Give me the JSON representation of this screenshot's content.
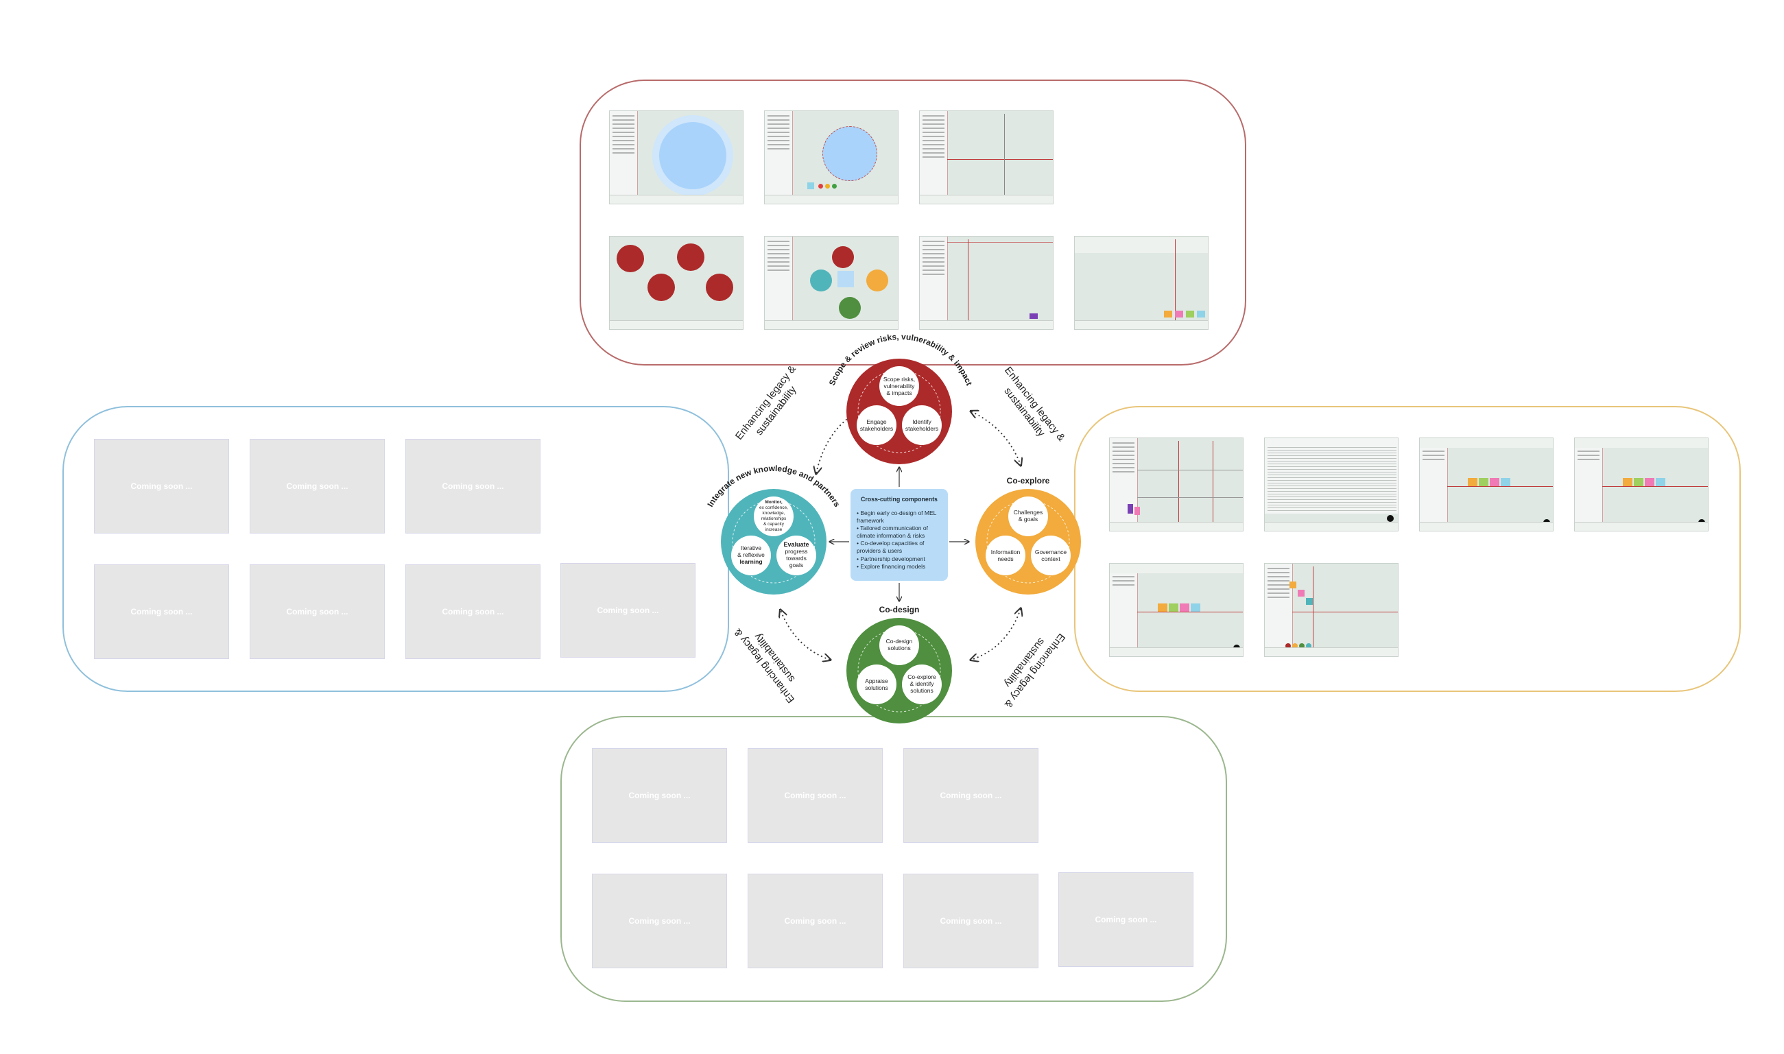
{
  "groups": {
    "scope": {
      "color": "#b86a6a"
    },
    "integrate": {
      "color": "#8fc0dc"
    },
    "coexplore": {
      "color": "#e8c57a"
    },
    "codesign": {
      "color": "#9bb78e"
    }
  },
  "placeholder_label": "Coming soon ...",
  "placeholders": {
    "integrate": [
      "Coming soon ...",
      "Coming soon ...",
      "Coming soon ...",
      "Coming soon ...",
      "Coming soon ...",
      "Coming soon ...",
      "Coming soon ..."
    ],
    "codesign": [
      "Coming soon ...",
      "Coming soon ...",
      "Coming soon ...",
      "Coming soon ...",
      "Coming soon ...",
      "Coming soon ...",
      "Coming soon ..."
    ]
  },
  "cycle": {
    "scope": {
      "title": "Scope & review risks, vulnerability & impact",
      "color": "#ad2a2a",
      "nodes": [
        {
          "text": [
            "Scope risks,",
            "vulnerability",
            "& impacts"
          ]
        },
        {
          "text": [
            "Engage",
            "stakeholders"
          ]
        },
        {
          "text": [
            "Identify",
            "stakeholders"
          ]
        }
      ]
    },
    "coexplore": {
      "title": "Co-explore",
      "color": "#f2ab3c",
      "nodes": [
        {
          "text": [
            "Challenges",
            "& goals"
          ]
        },
        {
          "text": [
            "Information",
            "needs"
          ]
        },
        {
          "text": [
            "Governance",
            "context"
          ]
        }
      ]
    },
    "codesign": {
      "title": "Co-design",
      "color": "#4f8f3f",
      "nodes": [
        {
          "text": [
            "Co-design",
            "solutions"
          ]
        },
        {
          "text": [
            "Appraise",
            "solutions"
          ]
        },
        {
          "text": [
            "Co-explore",
            "& identify",
            "solutions"
          ]
        }
      ]
    },
    "integrate": {
      "title": "Integrate new knowledge and partners",
      "color": "#4fb5bb",
      "nodes": [
        {
          "text": [
            "Monitor,",
            "ex confidence,",
            "knowledge,",
            "relationships",
            "& capacity",
            "increase"
          ]
        },
        {
          "text": [
            "Iterative",
            "& reflexive",
            "learning"
          ]
        },
        {
          "text": [
            "Evaluate",
            "progress",
            "towards",
            "goals"
          ]
        }
      ]
    }
  },
  "legacy_label": [
    "Enhancing legacy &",
    "sustainability"
  ],
  "cross_cutting": {
    "title": "Cross-cutting components",
    "items": [
      "• Begin early co-design of MEL framework",
      "• Tailored communication of climate information & risks",
      "• Co-develop capacities of providers & users",
      "• Partnership development",
      "• Explore financing models"
    ]
  }
}
